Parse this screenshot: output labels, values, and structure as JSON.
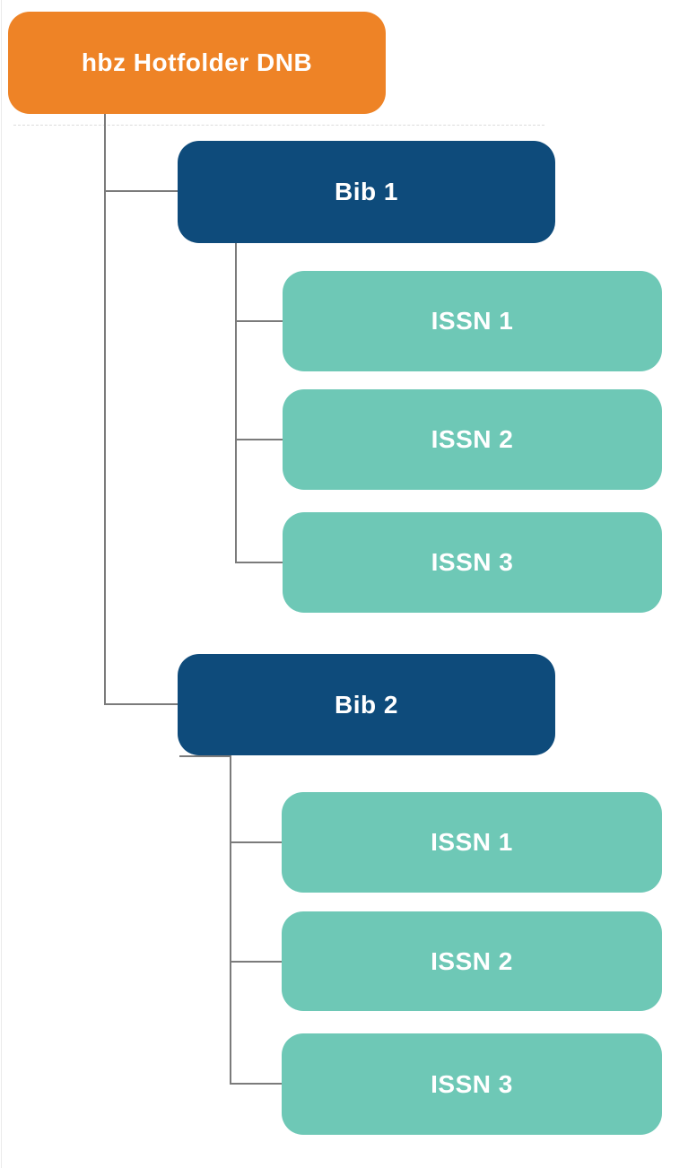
{
  "tree": {
    "root": {
      "label": "hbz Hotfolder DNB"
    },
    "branches": [
      {
        "label": "Bib 1",
        "children": [
          {
            "label": "ISSN 1"
          },
          {
            "label": "ISSN 2"
          },
          {
            "label": "ISSN 3"
          }
        ]
      },
      {
        "label": "Bib 2",
        "children": [
          {
            "label": "ISSN 1"
          },
          {
            "label": "ISSN 2"
          },
          {
            "label": "ISSN 3"
          }
        ]
      }
    ]
  },
  "colors": {
    "root_node": "#EE8326",
    "branch_node": "#0E4B7B",
    "leaf_node": "#6EC8B6",
    "connector": "#7B7B7B",
    "node_text": "#FFFFFF"
  }
}
